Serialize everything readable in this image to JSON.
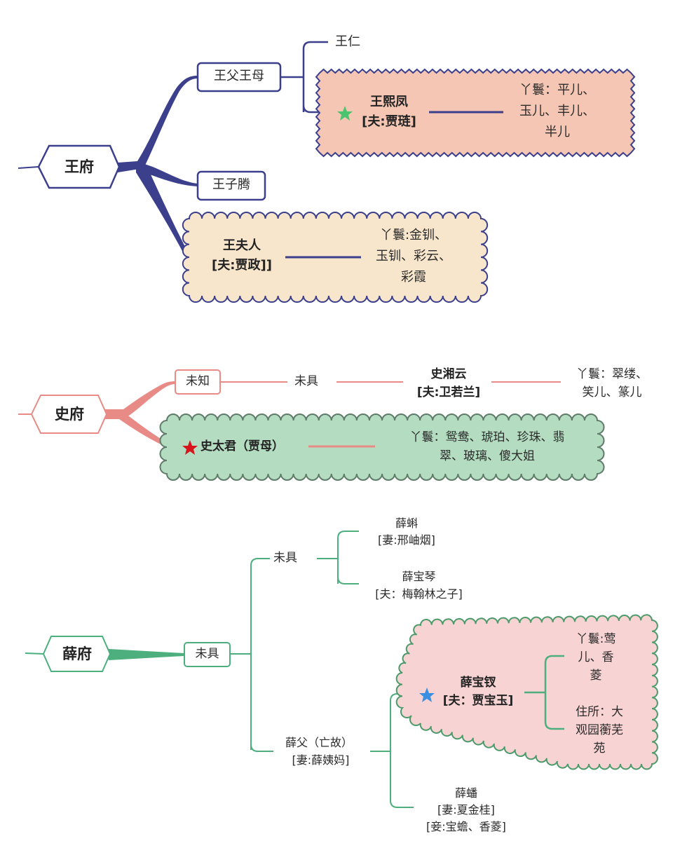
{
  "colors": {
    "wang": "#3b3f8c",
    "shi": "#e88a86",
    "xue": "#4caf7d",
    "peach": "#f6c6b4",
    "cream": "#f8e6cc",
    "mint": "#b3dcc0",
    "pink": "#f8d3d3",
    "star_green": "#4cc36e",
    "star_red": "#d7141c",
    "star_blue": "#3a8fe0"
  },
  "wang": {
    "root": "王府",
    "parents": "王父王母",
    "wang_ren": "王仁",
    "xifeng": {
      "name": "王熙凤",
      "spouse": "[夫:贾琏]",
      "star": "star-green",
      "maids": [
        "丫鬟：平儿、",
        "玉儿、丰儿、",
        "半儿"
      ]
    },
    "zi_teng": "王子腾",
    "furen": {
      "name": "王夫人",
      "spouse": "[夫:贾政]]",
      "maids": [
        "丫鬟:金钏、",
        "玉钏、彩云、",
        "彩霞"
      ]
    }
  },
  "shi": {
    "root": "史府",
    "unknown": "未知",
    "unspecified": "未具",
    "xiangyun": {
      "name": "史湘云",
      "spouse": "[夫:卫若兰]",
      "maids": [
        "丫鬟：翠缕、",
        "笑儿、篆儿"
      ]
    },
    "taijun": {
      "name": "史太君（贾母）",
      "star": "star-red",
      "maids": [
        "丫鬟：鸳鸯、琥珀、珍珠、翡",
        "翠、玻璃、傻大姐"
      ]
    }
  },
  "xue": {
    "root": "薛府",
    "unspecified": "未具",
    "sub_unspecified": "未具",
    "xue_ke": {
      "name": "薛蝌",
      "spouse": "[妻:邢岫烟]"
    },
    "xue_baoqin": {
      "name": "薛宝琴",
      "spouse": "[夫：梅翰林之子]"
    },
    "xue_father": {
      "name": "薛父（亡故）",
      "spouse": "[妻:薛姨妈]"
    },
    "baochai": {
      "name": "薛宝钗",
      "spouse": "[夫：贾宝玉]",
      "star": "star-blue",
      "maids": [
        "丫鬟:莺",
        "儿、香",
        "菱"
      ],
      "residence": [
        "住所：大",
        "观园蘅芜",
        "苑"
      ]
    },
    "xue_pan": {
      "name": "薛蟠",
      "wife": "[妻:夏金桂]",
      "concubines": "[妾:宝蟾、香菱]"
    }
  }
}
